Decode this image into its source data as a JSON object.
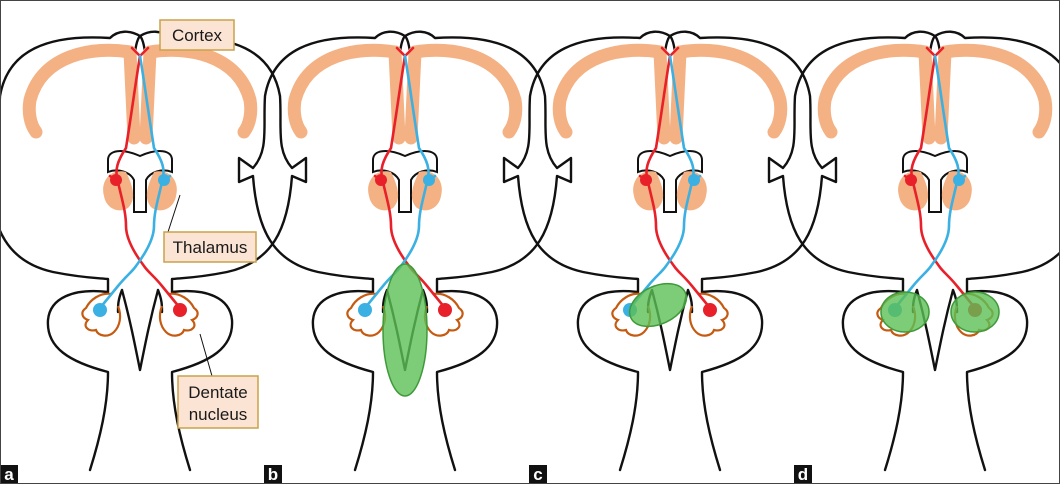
{
  "figure": {
    "labels": {
      "cortex": "Cortex",
      "thalamus": "Thalamus",
      "dentate_line1": "Dentate",
      "dentate_line2": "nucleus"
    },
    "panels": [
      {
        "letter": "a",
        "lesion": "none"
      },
      {
        "letter": "b",
        "lesion": "midline-brainstem"
      },
      {
        "letter": "c",
        "lesion": "crossing-pathway"
      },
      {
        "letter": "d",
        "lesion": "bilateral-dentate"
      }
    ],
    "colors": {
      "cortex": "#f4b183",
      "left_pathway": "#e8202a",
      "right_pathway": "#3ab0e3",
      "dentate": "#c55a11",
      "lesion": "#5cbf55",
      "outline": "#111111",
      "label_fill": "#fce4d4",
      "label_border": "#c9a24a"
    }
  }
}
